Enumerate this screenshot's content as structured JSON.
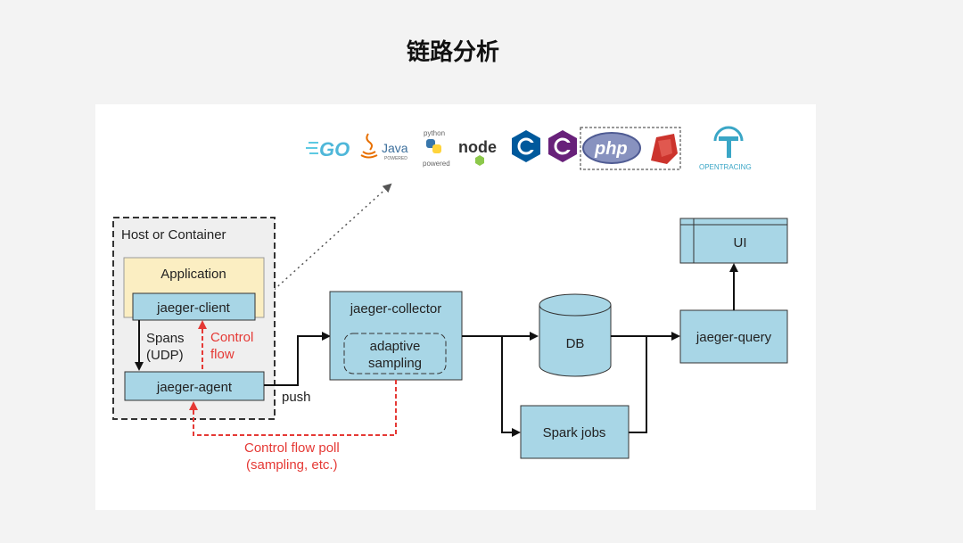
{
  "page": {
    "title": "链路分析"
  },
  "logos": {
    "go": "GO",
    "java": "Java",
    "java_sub": "POWERED",
    "python_top": "python",
    "python_bottom": "powered",
    "node": "node",
    "php": "php",
    "opentracing": "OPENTRACING"
  },
  "diagram": {
    "host_label": "Host or Container",
    "application": "Application",
    "jaeger_client": "jaeger-client",
    "spans": "Spans",
    "udp": "(UDP)",
    "control": "Control",
    "flow": "flow",
    "jaeger_agent": "jaeger-agent",
    "push": "push",
    "jaeger_collector": "jaeger-collector",
    "adaptive": "adaptive",
    "sampling": "sampling",
    "db": "DB",
    "spark_jobs": "Spark jobs",
    "jaeger_query": "jaeger-query",
    "ui": "UI",
    "poll_line1": "Control flow poll",
    "poll_line2": "(sampling, etc.)"
  },
  "colors": {
    "box_fill": "#a8d6e6",
    "app_fill": "#fbeec2",
    "host_fill": "#efefef",
    "red": "#e53935"
  }
}
